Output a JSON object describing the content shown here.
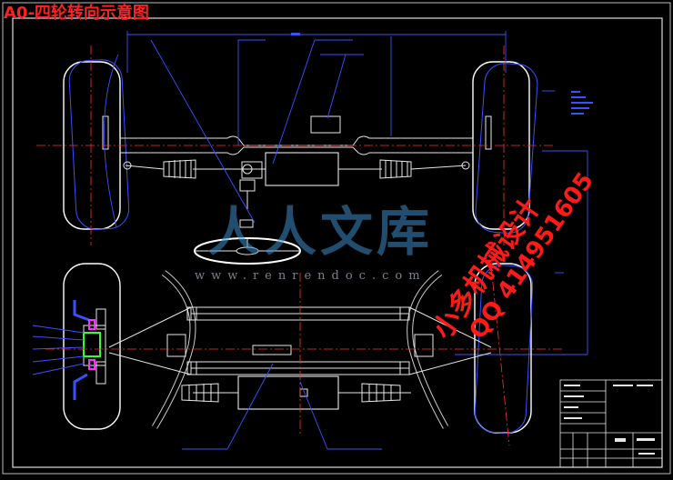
{
  "title": "A0-四轮转向示意图",
  "watermark": {
    "name": "人人文库",
    "url": "www.renrendoc.com"
  },
  "stamp": {
    "line1": "小多机械设计",
    "line2": "QQ 414951605"
  },
  "colors": {
    "background": "#000000",
    "frame": "#c8c8c8",
    "drawing": "#e6e6e6",
    "dimension": "#3a50ff",
    "centerline": "#ff3030",
    "magenta": "#ff30ff",
    "green": "#30ff30",
    "title_text": "#ff2020"
  }
}
